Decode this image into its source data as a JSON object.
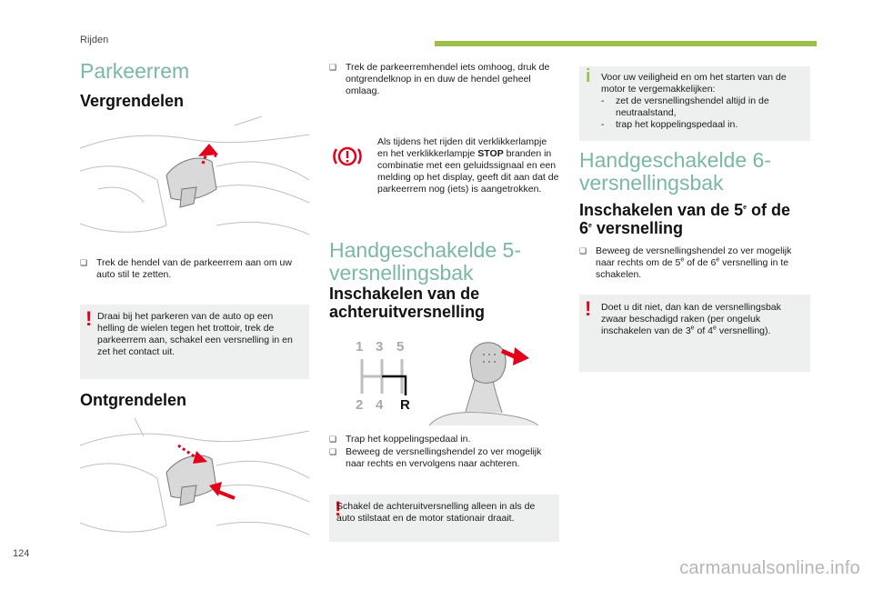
{
  "header": {
    "section": "Rijden"
  },
  "page_number": "124",
  "watermark": "carmanualsonline.info",
  "col1": {
    "title": "Parkeerrem",
    "lock_heading": "Vergrendelen",
    "lock_step": "Trek de hendel van de parkeerrem aan om uw auto stil te zetten.",
    "warning_park": "Draai bij het parkeren van de auto op een helling de wielen tegen het trottoir, trek de parkeerrem aan, schakel een versnelling in en zet het contact uit.",
    "unlock_heading": "Ontgrendelen"
  },
  "col2": {
    "unlock_step": "Trek de parkeerremhendel iets omhoog, druk de ontgrendelknop in en duw de hendel geheel omlaag.",
    "alert_pre": "Als tijdens het rijden dit verklikkerlampje en het verklikkerlampje ",
    "alert_bold": "STOP",
    "alert_post": " branden in combinatie met een geluidssignaal en een melding op het display, geeft dit aan dat de parkeerrem nog (iets) is aangetrokken.",
    "gearbox_title": "Handgeschakelde 5-versnellingsbak",
    "reverse_heading": "Inschakelen van de achteruitversnelling",
    "gear_pattern": {
      "top": [
        "1",
        "3",
        "5"
      ],
      "bottom": [
        "2",
        "4",
        "R"
      ]
    },
    "step_clutch": "Trap het koppelingspedaal in.",
    "step_move": "Beweeg de versnellingshendel zo ver mogelijk naar rechts en vervolgens naar achteren.",
    "warning_reverse": "Schakel de achteruitversnelling alleen in als de auto stilstaat en de motor stationair draait."
  },
  "col3": {
    "info_intro": "Voor uw veiligheid en om het starten van de motor te vergemakkelijken:",
    "info_items": [
      "zet de versnellingshendel altijd in de neutraalstand,",
      "trap het koppelingspedaal in."
    ],
    "gearbox6_title": "Handgeschakelde 6-versnellingsbak",
    "heading_a": "Inschakelen van de 5",
    "heading_b": " of de ",
    "heading_c": "6",
    "heading_d": " versnelling",
    "sup_e": "e",
    "step_a": "Beweeg de versnellingshendel zo ver mogelijk naar rechts om de 5",
    "step_b": " of de 6",
    "step_c": " versnelling in te schakelen.",
    "warn_a": "Doet u dit niet, dan kan de versnellingsbak zwaar beschadigd raken (per ongeluk inschakelen van de 3",
    "warn_b": " of 4",
    "warn_c": " versnelling)."
  },
  "colors": {
    "accent_green": "#9bc04b",
    "heading_teal": "#7bb7a6",
    "warning_red": "#e2001a",
    "box_gray": "#eef0f0"
  },
  "icons": {
    "bullet": "check-box-icon",
    "warning": "exclamation-icon",
    "info": "info-icon",
    "alert": "parking-brake-warning-icon"
  }
}
